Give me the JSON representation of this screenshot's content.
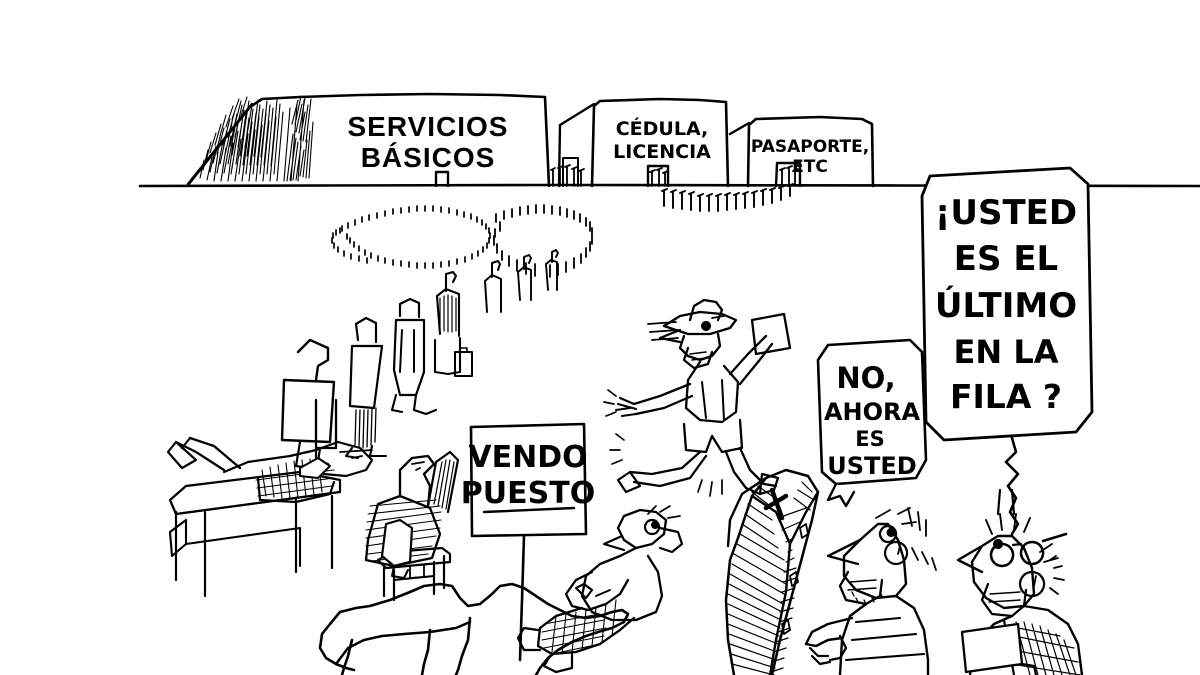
{
  "artwork": {
    "title": "Cola para servicios publicos",
    "medium": "pen-and-ink editorial cartoon",
    "background_color": "#ffffff",
    "ink_color": "#000000"
  },
  "buildings": [
    {
      "id": "servicios-basicos",
      "sign_line1": "SERVICIOS",
      "sign_line2": "BÁSICOS",
      "sign_style": "printed-sans"
    },
    {
      "id": "cedula-licencia",
      "sign_line1": "CÉDULA,",
      "sign_line2": "LICENCIA",
      "sign_style": "hand-lettered"
    },
    {
      "id": "pasaporte-etc",
      "sign_line1": "PASAPORTE,",
      "sign_line2": "ETC",
      "sign_style": "hand-lettered"
    }
  ],
  "placard": {
    "line1": "VENDO",
    "line2": "PUESTO"
  },
  "speech_bubbles": [
    {
      "id": "bubble-pregunta",
      "speaker": "man-with-glasses-right",
      "lines": [
        "¡USTED",
        "ES EL",
        "ÚLTIMO",
        "EN LA",
        "FILA ?"
      ]
    },
    {
      "id": "bubble-respuesta",
      "speaker": "man-pointing",
      "lines": [
        "NO,",
        "AHORA",
        "ES",
        "USTED"
      ]
    }
  ],
  "figures": [
    {
      "id": "queue-crowd",
      "label": "winding queue of waiting people"
    },
    {
      "id": "man-on-bench",
      "label": "man lying asleep on a bench"
    },
    {
      "id": "man-on-stool",
      "label": "hunched man sitting on a small stool"
    },
    {
      "id": "camel",
      "label": "camel resting on the ground"
    },
    {
      "id": "running-man",
      "label": "running man waving a document"
    },
    {
      "id": "seated-man",
      "label": "man sitting on the ground with arms crossed"
    },
    {
      "id": "coffin",
      "label": "coffin with a cross"
    },
    {
      "id": "man-pointing",
      "label": "man pointing and answering"
    },
    {
      "id": "man-with-glasses-right",
      "label": "startled man with glasses asking"
    }
  ]
}
